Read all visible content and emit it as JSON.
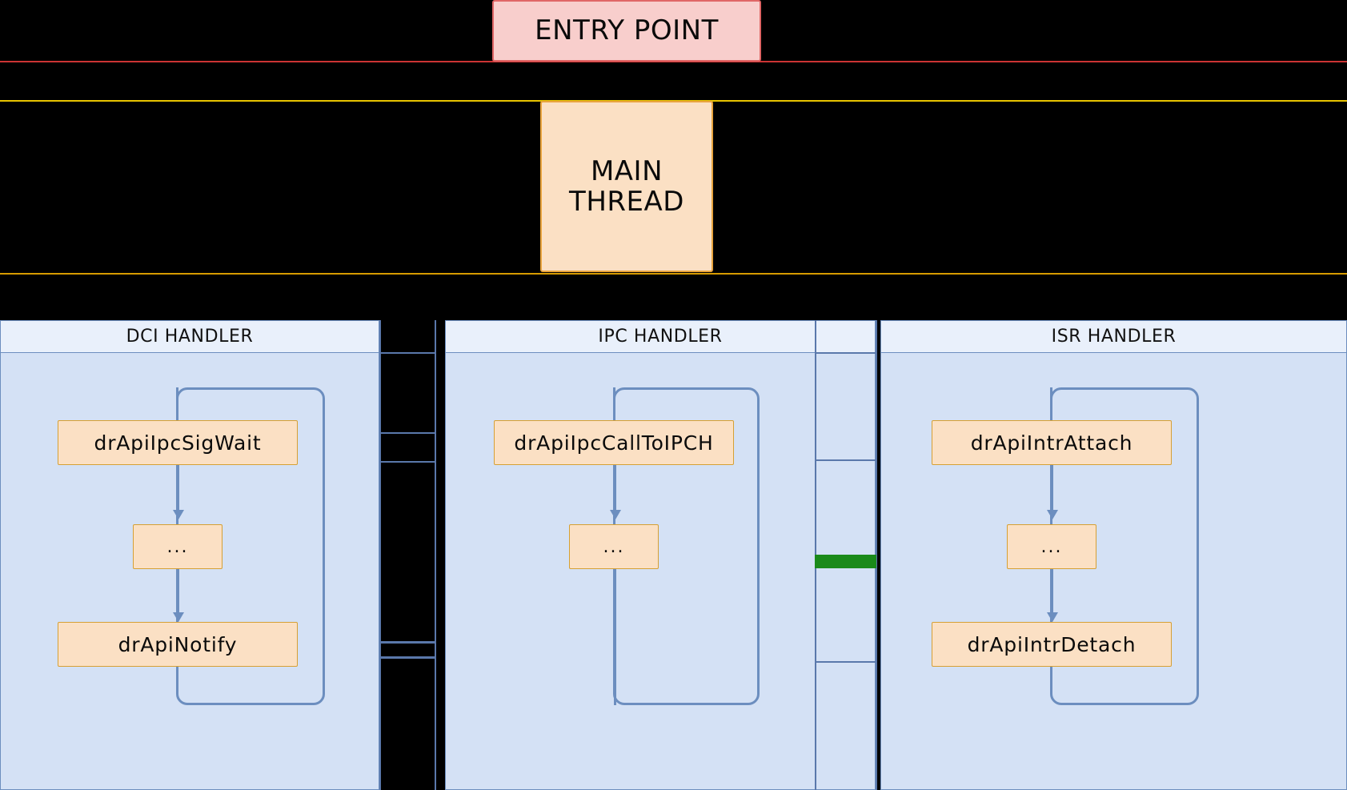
{
  "diagram": {
    "title": "Thread / handler lifecycle flowchart",
    "colors": {
      "entry_fill": "#f8cecc",
      "entry_stroke": "#e06666",
      "process_fill": "#fbe0c4",
      "process_stroke": "#d6a034",
      "panel_fill": "#d4e1f5",
      "panel_header_fill": "#e9f0fb",
      "panel_stroke": "#6c8ebf",
      "connector": "#6c8ebf",
      "lane_red": "#cc3333",
      "lane_yellow": "#e8c400",
      "lane_orange": "#d79b00",
      "gutter_green": "#1a8a1a",
      "background": "#000000"
    },
    "entry": {
      "label": "ENTRY POINT"
    },
    "main_thread": {
      "label": "MAIN\nTHREAD"
    },
    "panels": [
      {
        "id": "dci",
        "title": "DCI HANDLER",
        "nodes": [
          {
            "id": "dci-1",
            "label": "drApiIpcSigWait"
          },
          {
            "id": "dci-2",
            "label": "..."
          },
          {
            "id": "dci-3",
            "label": "drApiNotify"
          }
        ]
      },
      {
        "id": "ipc",
        "title": "IPC HANDLER",
        "nodes": [
          {
            "id": "ipc-1",
            "label": "drApiIpcCallToIPCH"
          },
          {
            "id": "ipc-2",
            "label": "..."
          }
        ]
      },
      {
        "id": "isr",
        "title": "ISR HANDLER",
        "nodes": [
          {
            "id": "isr-1",
            "label": "drApiIntrAttach"
          },
          {
            "id": "isr-2",
            "label": "..."
          },
          {
            "id": "isr-3",
            "label": "drApiIntrDetach"
          }
        ]
      }
    ]
  }
}
